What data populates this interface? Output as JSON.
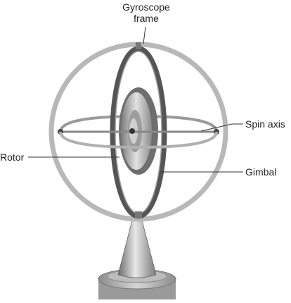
{
  "labels": {
    "frame_line1": "Gyroscope",
    "frame_line2": "frame",
    "spin_axis": "Spin axis",
    "rotor": "Rotor",
    "gimbal": "Gimbal"
  },
  "icons": {
    "illustration": "gyroscope-icon"
  },
  "colors": {
    "outer_ring": "#b8b8b8",
    "gimbal_ring": "#555555",
    "rotor_dark": "#6e6e6e",
    "rotor_light": "#d9d9d9",
    "stand": "#8a8a8a",
    "leader_line": "#333333"
  }
}
